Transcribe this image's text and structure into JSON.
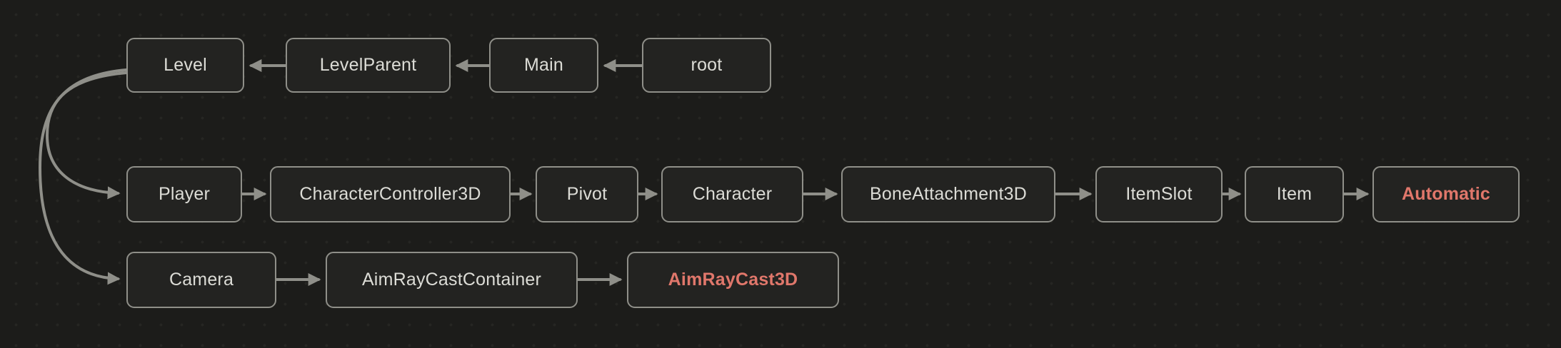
{
  "diagram": {
    "rows": [
      {
        "nodes": [
          {
            "label": "Level"
          },
          {
            "label": "LevelParent"
          },
          {
            "label": "Main"
          },
          {
            "label": "root"
          }
        ]
      },
      {
        "nodes": [
          {
            "label": "Player"
          },
          {
            "label": "CharacterController3D"
          },
          {
            "label": "Pivot"
          },
          {
            "label": "Character"
          },
          {
            "label": "BoneAttachment3D"
          },
          {
            "label": "ItemSlot"
          },
          {
            "label": "Item"
          },
          {
            "label": "Automatic",
            "highlight": true
          }
        ]
      },
      {
        "nodes": [
          {
            "label": "Camera"
          },
          {
            "label": "AimRayCastContainer"
          },
          {
            "label": "AimRayCast3D",
            "highlight": true
          }
        ]
      }
    ],
    "edges": [
      {
        "from": "root",
        "to": "Main"
      },
      {
        "from": "Main",
        "to": "LevelParent"
      },
      {
        "from": "LevelParent",
        "to": "Level"
      },
      {
        "from": "Level",
        "to": "Player"
      },
      {
        "from": "Level",
        "to": "Camera"
      },
      {
        "from": "Player",
        "to": "CharacterController3D"
      },
      {
        "from": "CharacterController3D",
        "to": "Pivot"
      },
      {
        "from": "Pivot",
        "to": "Character"
      },
      {
        "from": "Character",
        "to": "BoneAttachment3D"
      },
      {
        "from": "BoneAttachment3D",
        "to": "ItemSlot"
      },
      {
        "from": "ItemSlot",
        "to": "Item"
      },
      {
        "from": "Item",
        "to": "Automatic"
      },
      {
        "from": "Camera",
        "to": "AimRayCastContainer"
      },
      {
        "from": "AimRayCastContainer",
        "to": "AimRayCast3D"
      }
    ]
  },
  "colors": {
    "background": "#1c1c1a",
    "grid_dot": "#262623",
    "node_fill": "#232321",
    "node_border": "#8f8f89",
    "connector": "#8f8f89",
    "text": "#dcdcd6",
    "highlight": "#e0776b"
  }
}
